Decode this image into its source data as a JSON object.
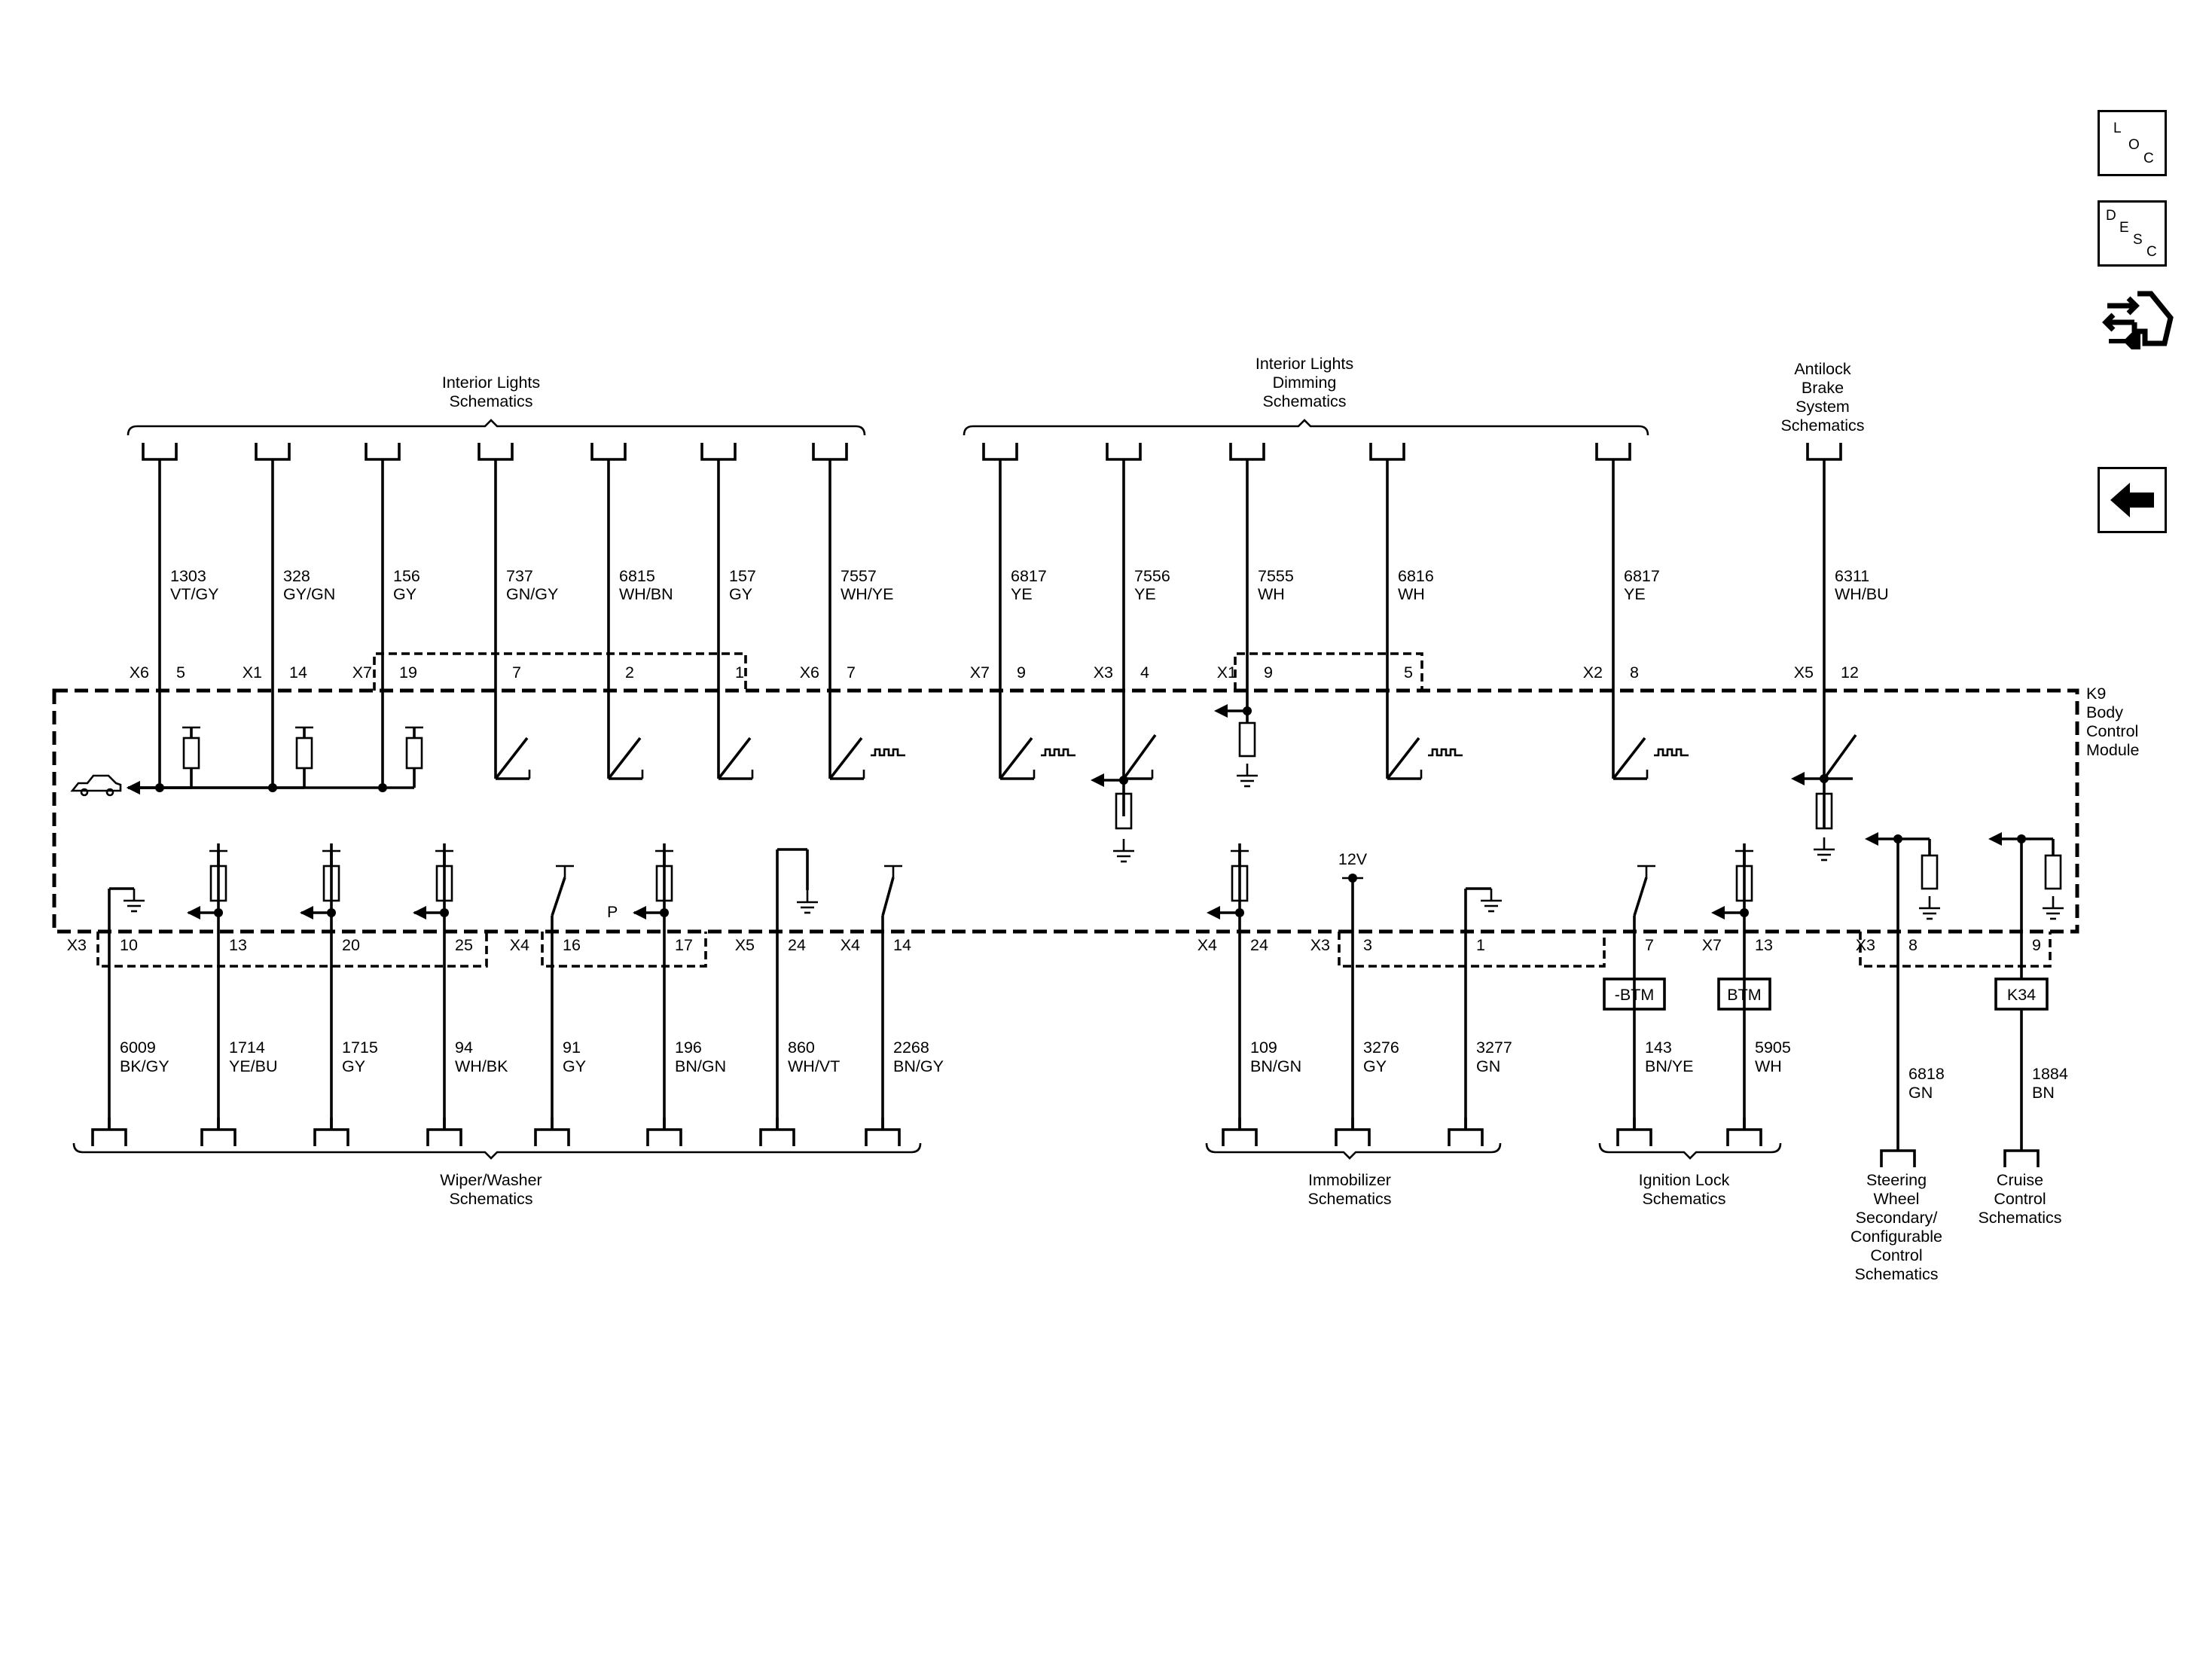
{
  "nav": {
    "loc_letters": [
      "L",
      "O",
      "C"
    ],
    "desc_letters": [
      "D",
      "E",
      "S",
      "C"
    ],
    "icons": [
      "loc-button",
      "desc-button",
      "tool-icon",
      "back-arrow-icon"
    ]
  },
  "module": {
    "name": "K9",
    "lines": [
      "Body",
      "Control",
      "Module"
    ]
  },
  "top_groups": [
    {
      "lines": [
        "Interior Lights",
        "Schematics"
      ]
    },
    {
      "lines": [
        "Interior Lights",
        "Dimming",
        "Schematics"
      ]
    },
    {
      "lines": [
        "Antilock",
        "Brake",
        "System",
        "Schematics"
      ]
    }
  ],
  "bottom_groups": [
    {
      "lines": [
        "Wiper/Washer",
        "Schematics"
      ]
    },
    {
      "lines": [
        "Immobilizer",
        "Schematics"
      ]
    },
    {
      "lines": [
        "Ignition Lock",
        "Schematics"
      ]
    },
    {
      "lines": [
        "Steering",
        "Wheel",
        "Secondary/",
        "Configurable",
        "Control",
        "Schematics"
      ]
    },
    {
      "lines": [
        "Cruise",
        "Control",
        "Schematics"
      ]
    }
  ],
  "top_wires": [
    {
      "conn": "X6",
      "pin": "5",
      "circuit": "1303",
      "color": "VT/GY"
    },
    {
      "conn": "X1",
      "pin": "14",
      "circuit": "328",
      "color": "GY/GN"
    },
    {
      "conn": "X7",
      "pin": "19",
      "circuit": "156",
      "color": "GY"
    },
    {
      "conn": "",
      "pin": "7",
      "circuit": "737",
      "color": "GN/GY"
    },
    {
      "conn": "",
      "pin": "2",
      "circuit": "6815",
      "color": "WH/BN"
    },
    {
      "conn": "",
      "pin": "1",
      "circuit": "157",
      "color": "GY"
    },
    {
      "conn": "X6",
      "pin": "7",
      "circuit": "7557",
      "color": "WH/YE"
    },
    {
      "conn": "X7",
      "pin": "9",
      "circuit": "6817",
      "color": "YE"
    },
    {
      "conn": "X3",
      "pin": "4",
      "circuit": "7556",
      "color": "YE"
    },
    {
      "conn": "X1",
      "pin": "9",
      "circuit": "7555",
      "color": "WH"
    },
    {
      "conn": "",
      "pin": "5",
      "circuit": "6816",
      "color": "WH"
    },
    {
      "conn": "X2",
      "pin": "8",
      "circuit": "6817",
      "color": "YE"
    },
    {
      "conn": "X5",
      "pin": "12",
      "circuit": "6311",
      "color": "WH/BU"
    }
  ],
  "bottom_wires": [
    {
      "conn": "X3",
      "pin": "10",
      "circuit": "6009",
      "color": "BK/GY"
    },
    {
      "conn": "",
      "pin": "13",
      "circuit": "1714",
      "color": "YE/BU"
    },
    {
      "conn": "",
      "pin": "20",
      "circuit": "1715",
      "color": "GY"
    },
    {
      "conn": "",
      "pin": "25",
      "circuit": "94",
      "color": "WH/BK"
    },
    {
      "conn": "X4",
      "pin": "16",
      "circuit": "91",
      "color": "GY"
    },
    {
      "conn": "",
      "pin": "17",
      "circuit": "196",
      "color": "BN/GN"
    },
    {
      "conn": "X5",
      "pin": "24",
      "circuit": "860",
      "color": "WH/VT"
    },
    {
      "conn": "X4",
      "pin": "14",
      "circuit": "2268",
      "color": "BN/GY"
    },
    {
      "conn": "X4",
      "pin": "24",
      "circuit": "109",
      "color": "BN/GN"
    },
    {
      "conn": "X3",
      "pin": "3",
      "circuit": "3276",
      "color": "GY"
    },
    {
      "conn": "",
      "pin": "1",
      "circuit": "3277",
      "color": "GN"
    },
    {
      "conn": "",
      "pin": "7",
      "circuit": "143",
      "color": "BN/YE"
    },
    {
      "conn": "X7",
      "pin": "13",
      "circuit": "5905",
      "color": "WH"
    },
    {
      "conn": "X3",
      "pin": "8",
      "circuit": "6818",
      "color": "GN"
    },
    {
      "conn": "",
      "pin": "9",
      "circuit": "1884",
      "color": "BN"
    }
  ],
  "inline_boxes": [
    "-BTM",
    "BTM",
    "K34"
  ],
  "labels": {
    "voltage": "12V",
    "park": "P"
  }
}
